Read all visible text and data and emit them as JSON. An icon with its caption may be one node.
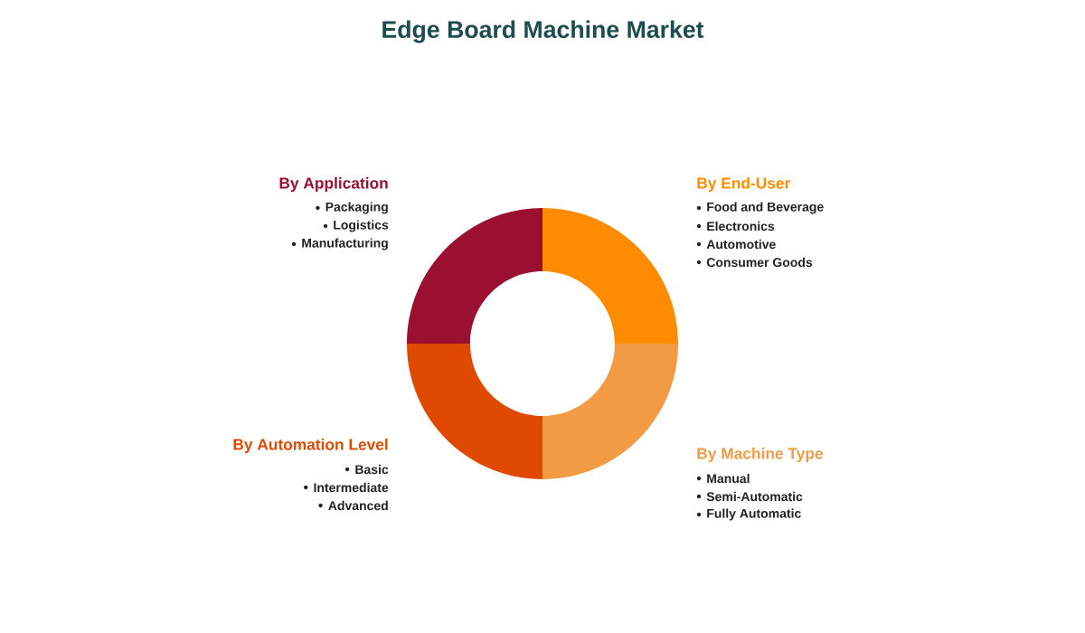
{
  "diagram": {
    "title": "Edge Board Machine Market",
    "labels": [
      "By Application",
      "Packaging",
      "Logistics",
      "Manufacturing",
      "By End-User",
      "Food and Beverage",
      "Electronics",
      "Automotive",
      "Consumer Goods",
      "By Automation Level",
      "Basic",
      "Intermediate",
      "Advanced",
      "By Machine Type",
      "Manual",
      "Semi-Automatic",
      "Fully Automatic"
    ]
  }
}
